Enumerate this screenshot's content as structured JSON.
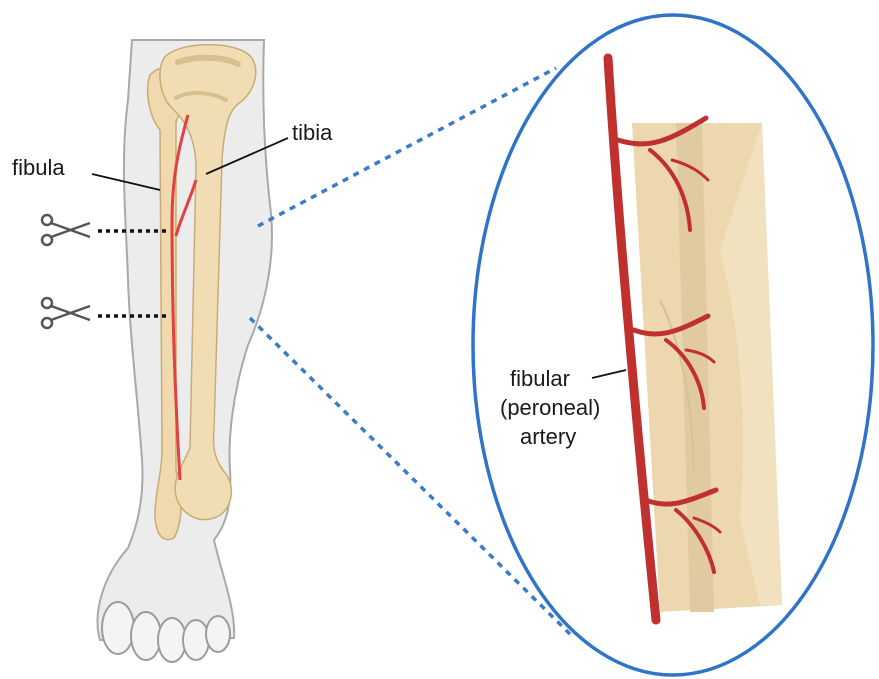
{
  "labels": {
    "tibia": "tibia",
    "fibula": "fibula",
    "artery_line1": "fibular",
    "artery_line2": "(peroneal)",
    "artery_line3": "artery"
  },
  "icons": [
    "scissors-icon",
    "scissors-icon"
  ],
  "colors": {
    "skin": "#ececec",
    "skin_outline": "#a9a9a9",
    "bone": "#efd9ad",
    "bone_shadow": "#d8bf8e",
    "artery": "#e34040",
    "artery_dark": "#b8262c",
    "magnifier_ring": "#2f74c8",
    "dotted_blue": "#3a7cc7",
    "cut_line": "#111111"
  }
}
